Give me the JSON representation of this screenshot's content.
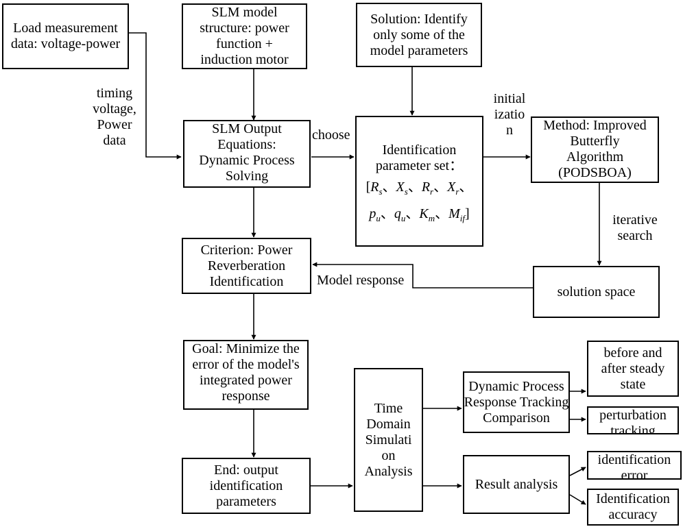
{
  "nodes": {
    "load": [
      "Load measurement",
      "data: voltage-power"
    ],
    "slm_structure": [
      "SLM model",
      "structure: power",
      "function +",
      "induction motor"
    ],
    "solution": [
      "Solution: Identify",
      "only some of the",
      "model parameters"
    ],
    "output_eq": [
      "SLM Output",
      "Equations:",
      "Dynamic Process",
      "Solving"
    ],
    "id_set": {
      "title": "Identification",
      "subtitle": "parameter set：",
      "row1": [
        {
          "base": "R",
          "sub": "s"
        },
        {
          "base": "X",
          "sub": "s"
        },
        {
          "base": "R",
          "sub": "r"
        },
        {
          "base": "X",
          "sub": "r"
        }
      ],
      "row2": [
        {
          "base": "p",
          "sub": "u"
        },
        {
          "base": "q",
          "sub": "u"
        },
        {
          "base": "K",
          "sub": "m"
        },
        {
          "base": "M",
          "sub": "if"
        }
      ],
      "sep": "、",
      "open": "[",
      "close": "]"
    },
    "method": [
      "Method: Improved",
      "Butterfly",
      "Algorithm",
      "(PODSBOA)"
    ],
    "criterion": [
      "Criterion: Power",
      "Reverberation",
      "Identification"
    ],
    "space": [
      "solution space"
    ],
    "goal": [
      "Goal: Minimize the",
      "error of the model's",
      "integrated power",
      "response"
    ],
    "end": [
      "End: output",
      "identification",
      "parameters"
    ],
    "sim": [
      "Time",
      "Domain",
      "Simulati",
      "on",
      "Analysis"
    ],
    "tracking": [
      "Dynamic Process",
      "Response Tracking",
      "Comparison"
    ],
    "result": [
      "Result analysis"
    ],
    "steady": [
      "before and",
      "after steady",
      "state"
    ],
    "perturb": [
      "perturbation",
      "tracking"
    ],
    "id_error": [
      "identification",
      "error"
    ],
    "id_acc": [
      "Identification",
      "accuracy"
    ]
  },
  "edge_labels": {
    "timing": [
      "timing",
      "voltage,",
      "Power",
      "data"
    ],
    "choose": [
      "choose"
    ],
    "init": [
      "initial",
      "izatio",
      "n"
    ],
    "iterative": [
      "iterative",
      "search"
    ],
    "model_response": [
      "Model response"
    ]
  }
}
